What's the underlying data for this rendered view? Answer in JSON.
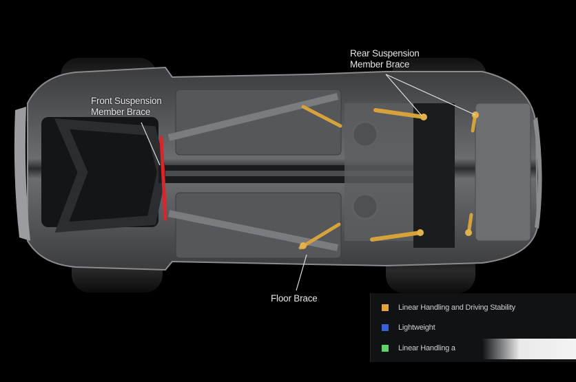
{
  "callouts": {
    "front": [
      "Front Suspension",
      "Member Brace"
    ],
    "rear": [
      "Rear Suspension",
      "Member Brace"
    ],
    "floor": "Floor Brace"
  },
  "legend": {
    "items": [
      {
        "label": "Linear Handling and Driving Stability",
        "color": "#e3a23a"
      },
      {
        "label": "Lightweight",
        "color": "#3b5fd6"
      },
      {
        "label": "Linear Handling a",
        "color": "#5ed36a"
      }
    ]
  },
  "colors": {
    "background": "#000000",
    "brace_gold": "#d6a23a",
    "brace_red": "#d8262a",
    "chassis": "#5a5c60"
  }
}
